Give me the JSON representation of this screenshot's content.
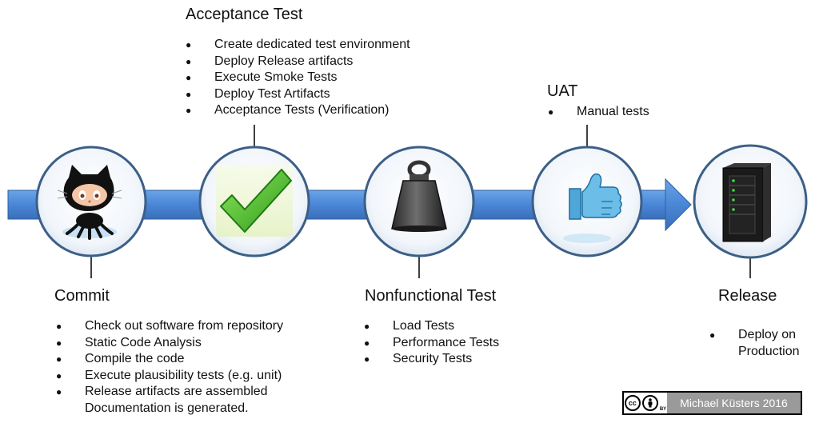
{
  "stages": [
    {
      "id": "commit",
      "title": "Commit",
      "icon": "github-octocat-icon",
      "items": [
        "Check out software from repository",
        "Static Code Analysis",
        "Compile the code",
        "Execute plausibility tests (e.g. unit)",
        "Release artifacts are assembled"
      ],
      "continuation": "Documentation is generated."
    },
    {
      "id": "acceptance",
      "title": "Acceptance Test",
      "icon": "checkmark-icon",
      "items": [
        "Create dedicated test environment",
        "Deploy Release artifacts",
        "Execute Smoke Tests",
        "Deploy Test Artifacts",
        "Acceptance Tests (Verification)"
      ]
    },
    {
      "id": "nonfunctional",
      "title": "Nonfunctional Test",
      "icon": "weight-icon",
      "items": [
        "Load Tests",
        "Performance Tests",
        "Security Tests"
      ]
    },
    {
      "id": "uat",
      "title": "UAT",
      "icon": "thumbs-up-icon",
      "items": [
        "Manual tests"
      ]
    },
    {
      "id": "release",
      "title": "Release",
      "icon": "server-rack-icon",
      "items": [
        "Deploy on"
      ],
      "continuation": "Production"
    }
  ],
  "license": {
    "icons": [
      "cc-icon",
      "by-icon"
    ],
    "badge_text": "cc",
    "by_text": "BY",
    "author": "Michael Küsters 2016"
  },
  "colors": {
    "arrow": "#4a86d6",
    "arrow_edge": "#2f5f9e",
    "circle_border": "#3c5f86",
    "checkmark": "#4fbf2e",
    "weight": "#3a3a3a",
    "thumb": "#4fa6d8",
    "server": "#1a1a1a",
    "server_led": "#3ddc4a"
  }
}
